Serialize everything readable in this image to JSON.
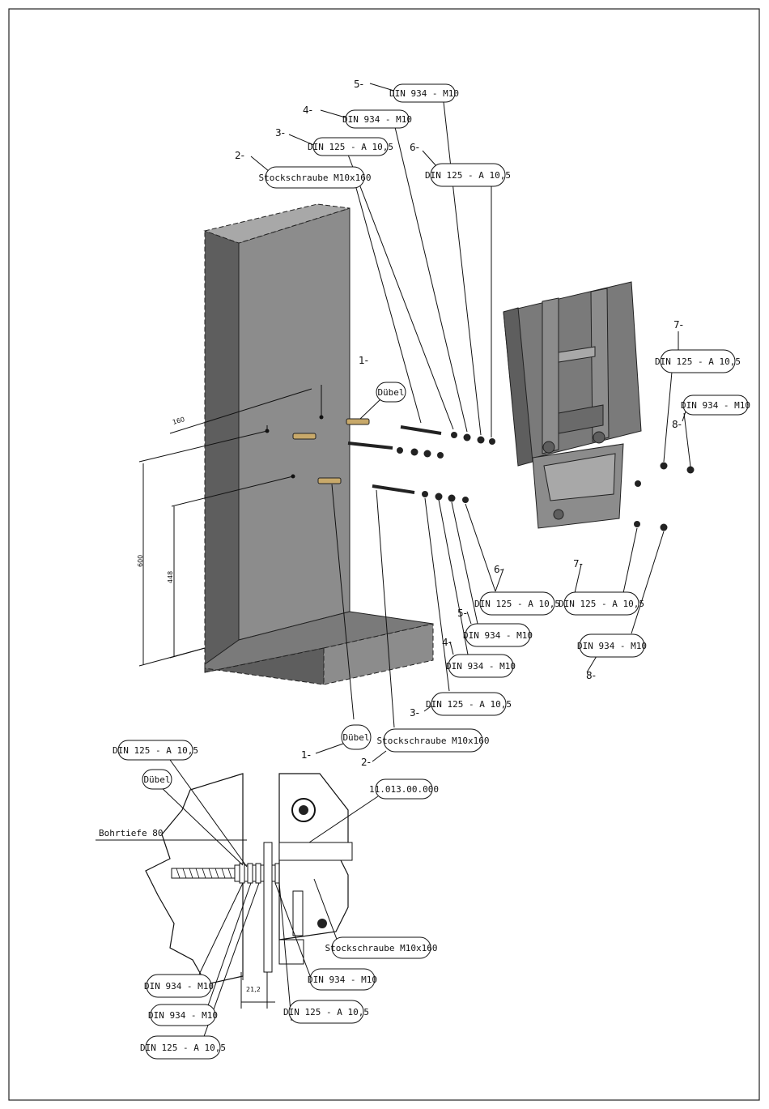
{
  "callouts": {
    "c5_top": "DIN 934 - M10",
    "c4_top": "DIN 934 - M10",
    "c3_top": "DIN 125 - A 10,5",
    "c6_top": "DIN 125 - A 10,5",
    "c2_top": "Stockschraube M10x160",
    "c1_top": "Dübel",
    "c7_top": "DIN 125 - A 10,5",
    "c8_top": "DIN 934 - M10",
    "c6_bot": "DIN 125 - A 10,5",
    "c7_bot": "DIN 125 - A 10,5",
    "c5_bot": "DIN 934 - M10",
    "c8_bot": "DIN 934 - M10",
    "c4_bot": "DIN 934 - M10",
    "c3_bot": "DIN 125 - A 10,5",
    "c1_bot": "Dübel",
    "c2_bot": "Stockschraube M10x160"
  },
  "item_numbers": {
    "n5_top": "5-",
    "n4_top": "4-",
    "n3_top": "3-",
    "n6_top": "6-",
    "n2_top": "2-",
    "n1_top": "1-",
    "n7_top": "7-",
    "n8_top": "8-",
    "n6_bot": "6-",
    "n7_bot": "7-",
    "n5_bot": "5-",
    "n4_bot": "4-",
    "n8_bot": "8-",
    "n3_bot": "3-",
    "n1_bot": "1-",
    "n2_bot": "2-"
  },
  "dimensions": {
    "spacing": "160",
    "height_600": "600",
    "height_448": "448"
  },
  "section": {
    "din125_top": "DIN 125 - A 10,5",
    "duebel": "Dübel",
    "part_no": "11.013.00.000",
    "bohrtiefe": "Bohrtiefe 80",
    "stockschraube": "Stockschraube M10x160",
    "din934_a": "DIN 934 - M10",
    "din934_b": "DIN 934 - M10",
    "din934_c": "DIN 934 - M10",
    "din125_b": "DIN 125 - A 10,5",
    "din125_c": "DIN 125 - A 10,5",
    "dim_21": "21,2"
  },
  "colors": {
    "wall_front": "#8c8c8c",
    "wall_side": "#5e5e5e",
    "wall_top": "#a8a8a8",
    "metal": "#7a7a7a",
    "anchor": "#c8a96a"
  }
}
